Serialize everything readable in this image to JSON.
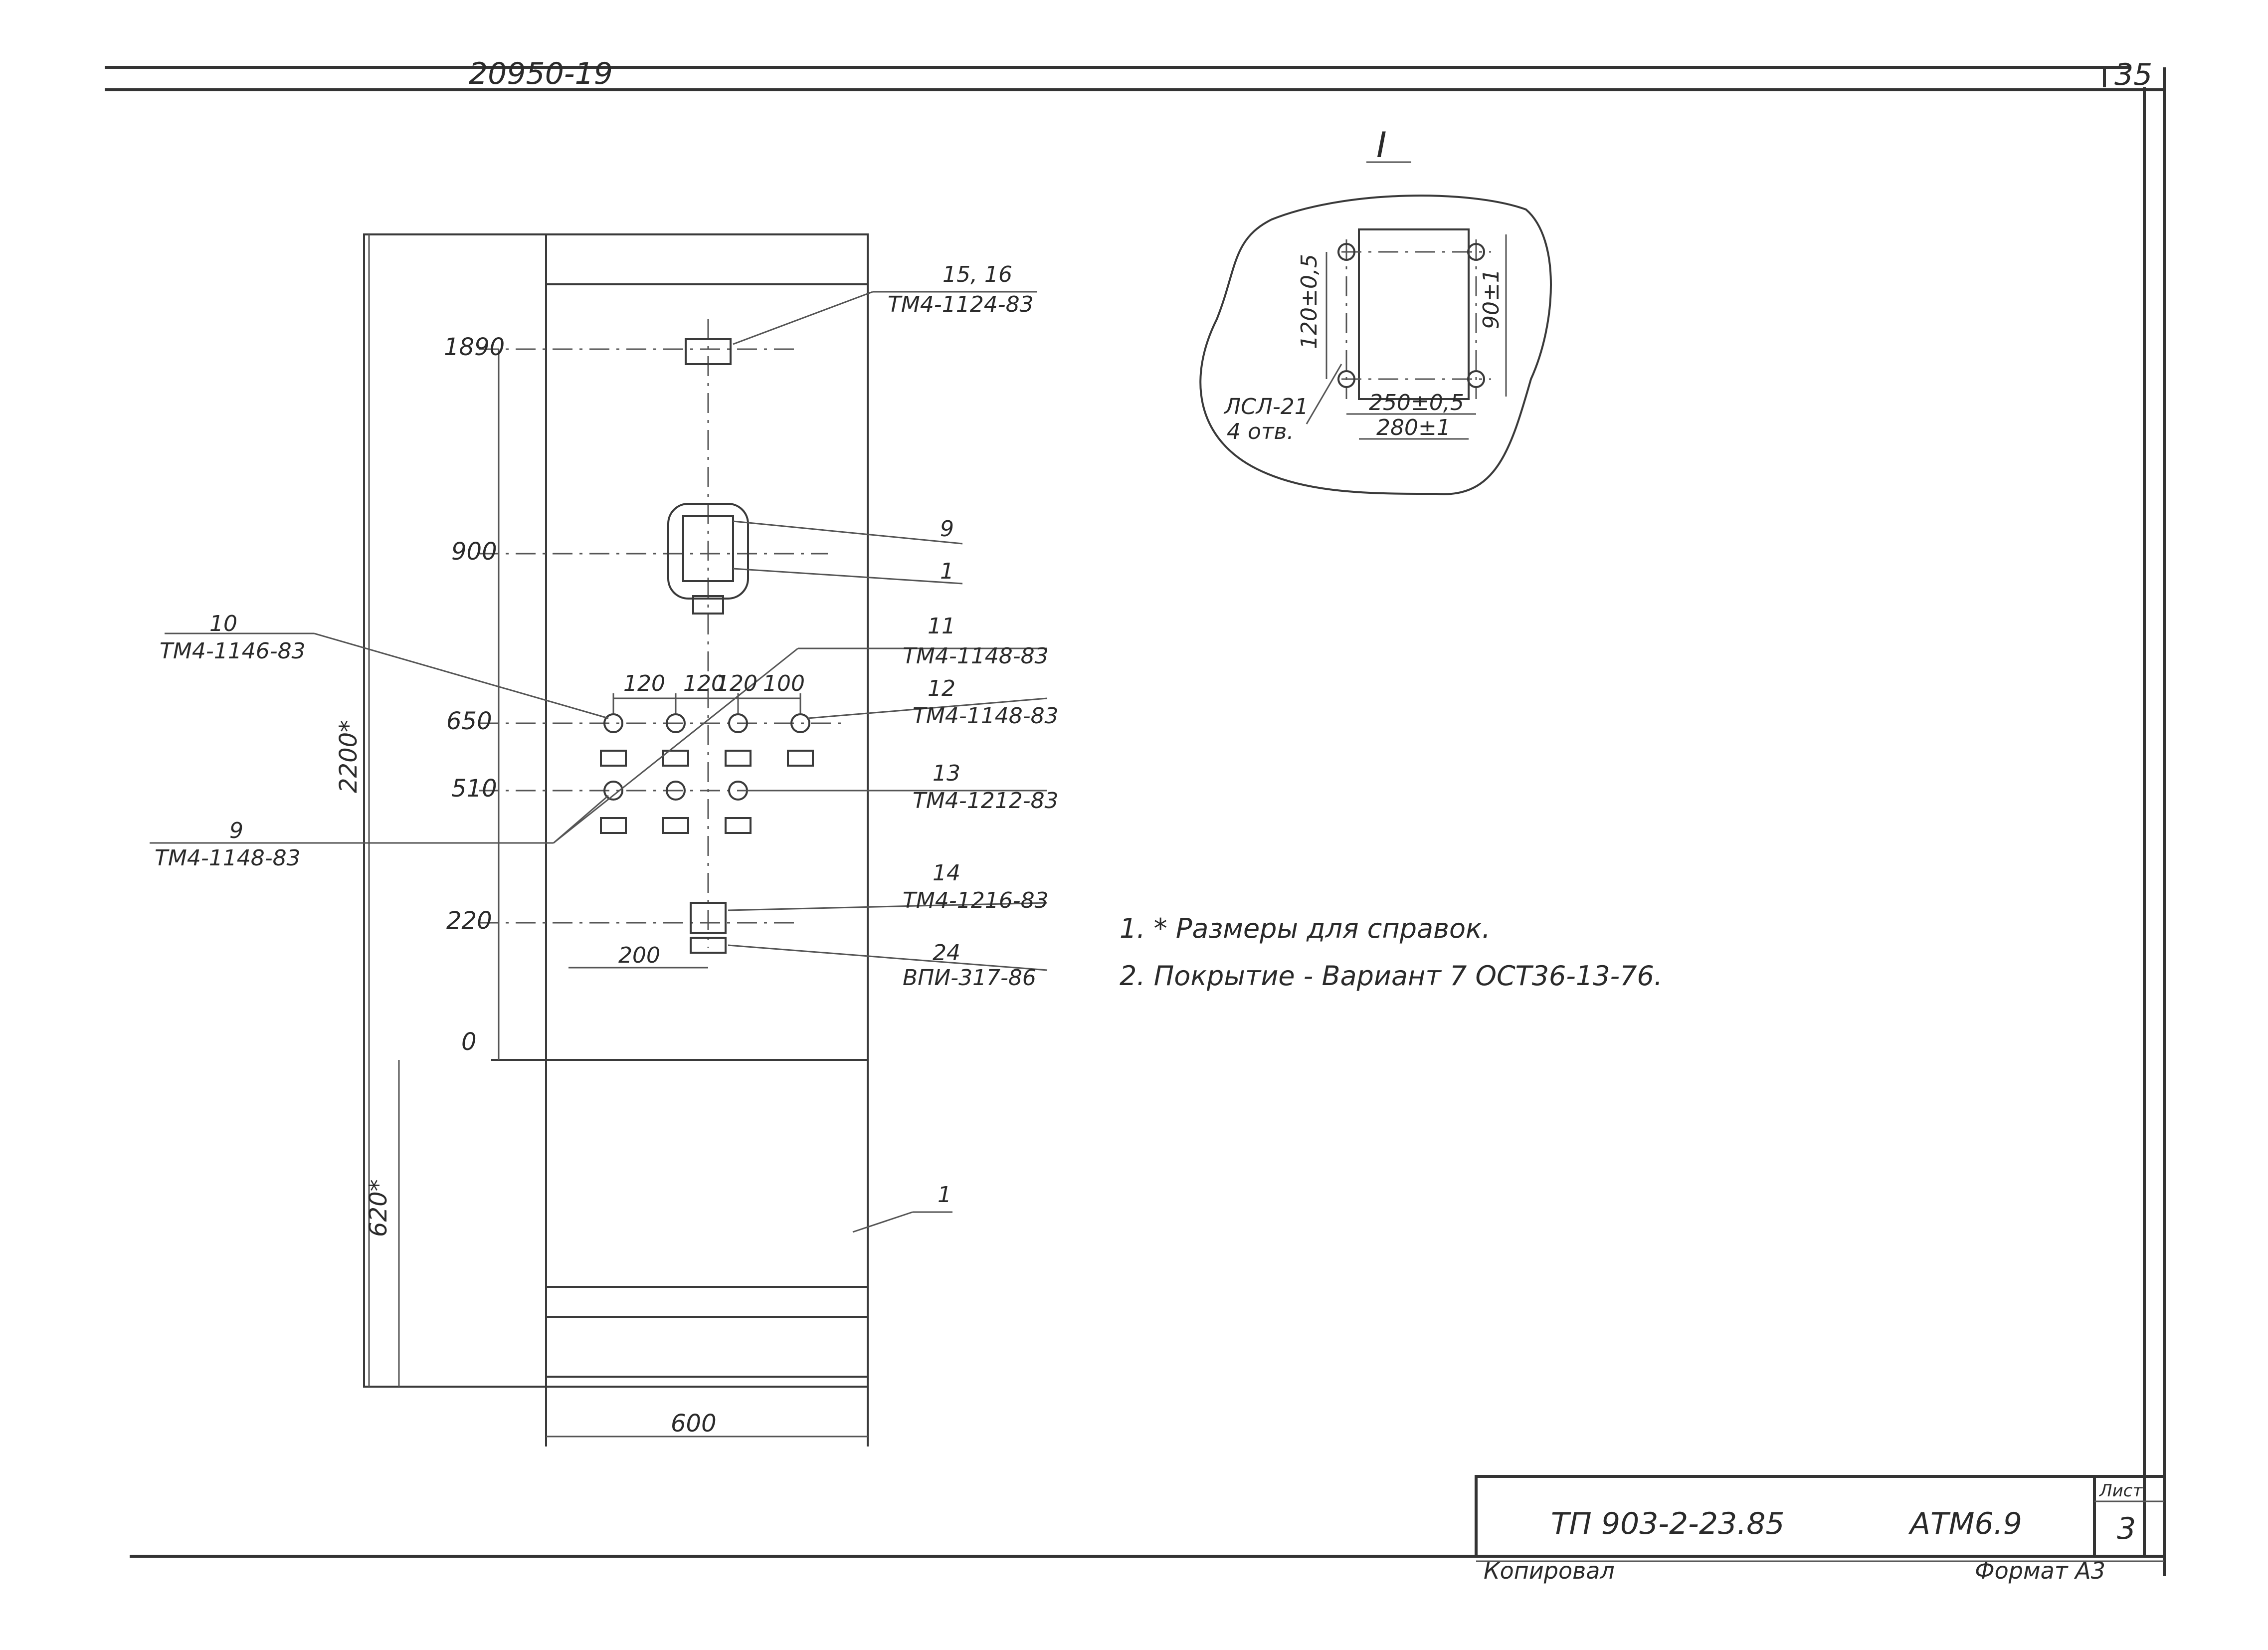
{
  "sheet": {
    "top_code": "20950-19",
    "page_number": "35"
  },
  "section_view": {
    "title": "I",
    "dim_left": "120±0,5",
    "dim_right": "90±1",
    "dim_bottom_inner": "250±0,5",
    "dim_bottom_outer": "280±1",
    "leader_label": "ЛСЛ-21",
    "leader_sub": "4 отв."
  },
  "panel": {
    "level_1890": "1890",
    "level_900": "900",
    "level_650": "650",
    "level_510": "510",
    "level_220": "220",
    "level_0": "0",
    "overall_height": "2200*",
    "base_height": "620*",
    "width": "600",
    "spacing_1": "120",
    "spacing_2": "120",
    "spacing_3": "120",
    "spacing_4": "100",
    "offset_200": "200"
  },
  "callouts": {
    "top_num": "15, 16",
    "top_code": "ТМ4-1124-83",
    "pos9": "9",
    "pos1": "1",
    "pos1_base": "1",
    "left_top_num": "10",
    "left_top_code": "ТМ4-1146-83",
    "left_bottom_num": "9",
    "left_bottom_code": "ТМ4-1148-83",
    "right1_num": "11",
    "right1_code": "ТМ4-1148-83",
    "right2_num": "12",
    "right2_code": "ТМ4-1148-83",
    "right3_num": "13",
    "right3_code": "ТМ4-1212-83",
    "right4_num": "14",
    "right4_code": "ТМ4-1216-83",
    "right5_num": "24",
    "right5_code": "ВПИ-317-86"
  },
  "notes": [
    "1. * Размеры для справок.",
    "2. Покрытие - Вариант 7  ОСТ36-13-76."
  ],
  "title_block": {
    "project": "ТП 903-2-23.85",
    "doc_code": "АТМ6.9",
    "sheet_label": "Лист",
    "sheet_no": "3",
    "copied_by": "Копировал",
    "format": "Формат А3"
  }
}
